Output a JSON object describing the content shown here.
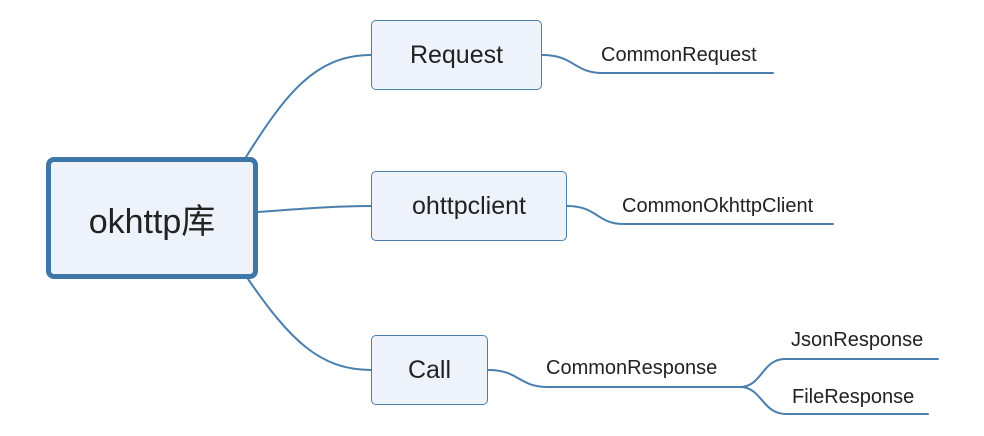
{
  "root": {
    "label": "okhttp库"
  },
  "branches": [
    {
      "label": "Request",
      "children": [
        {
          "label": "CommonRequest"
        }
      ]
    },
    {
      "label": "ohttpclient",
      "children": [
        {
          "label": "CommonOkhttpClient"
        }
      ]
    },
    {
      "label": "Call",
      "children": [
        {
          "label": "CommonResponse",
          "children": [
            {
              "label": "JsonResponse"
            },
            {
              "label": "FileResponse"
            }
          ]
        }
      ]
    }
  ],
  "colors": {
    "line": "#4a7fad",
    "node_fill": "#eef3fb",
    "root_border": "#3f76a8"
  }
}
